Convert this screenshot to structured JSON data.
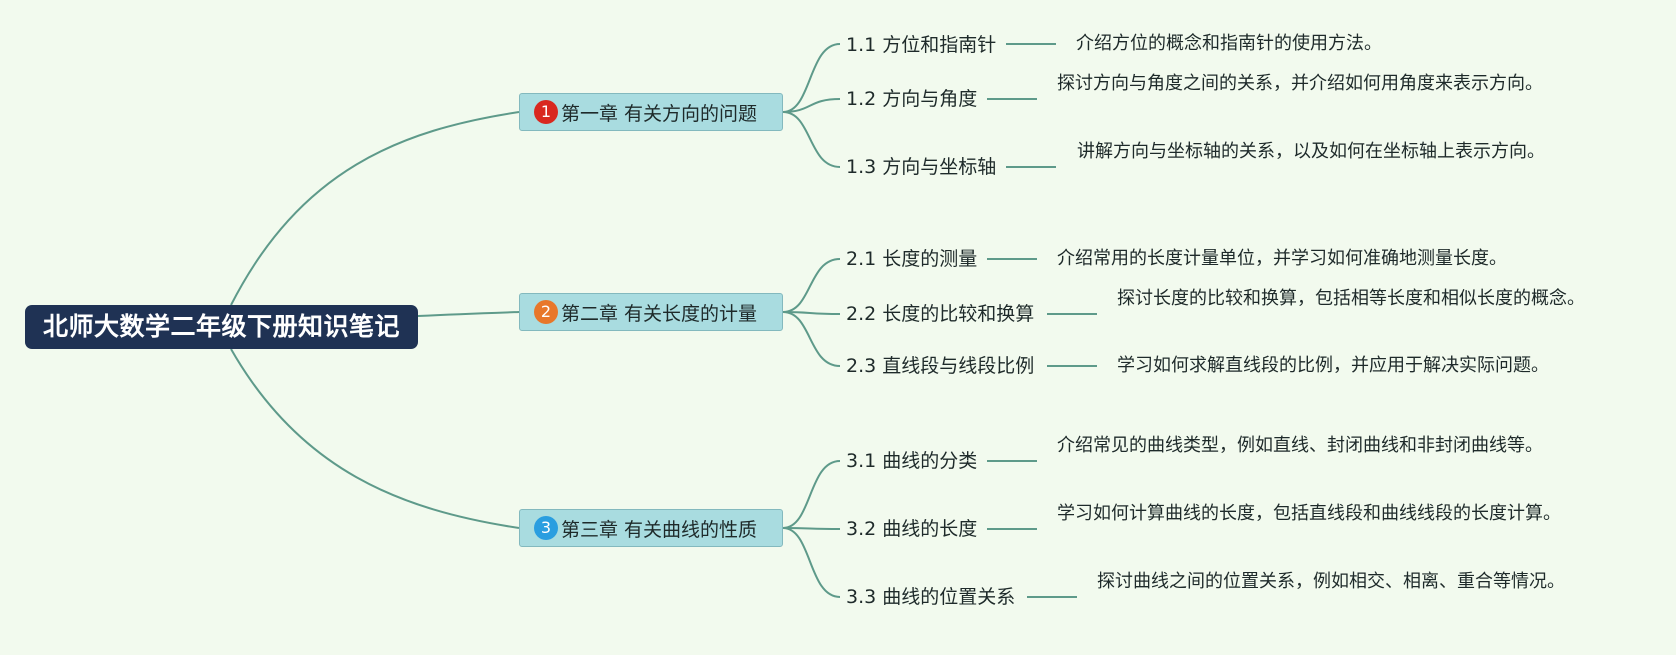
{
  "root": {
    "title": "北师大数学二年级下册知识笔记"
  },
  "colors": {
    "background": "#f2faee",
    "root": "#1f3254",
    "chapter": "#a9dce0",
    "link": "#5e9a8a"
  },
  "chapters": [
    {
      "number": "1",
      "badge_color": "#d9281f",
      "title": "第一章 有关方向的问题",
      "sections": [
        {
          "label": "1.1 方位和指南针",
          "desc": "介绍方位的概念和指南针的使用方法。"
        },
        {
          "label": "1.2 方向与角度",
          "desc": "探讨方向与角度之间的关系，并介绍如何用角度来表示方向。"
        },
        {
          "label": "1.3 方向与坐标轴",
          "desc": "讲解方向与坐标轴的关系，以及如何在坐标轴上表示方向。"
        }
      ]
    },
    {
      "number": "2",
      "badge_color": "#e8772a",
      "title": "第二章 有关长度的计量",
      "sections": [
        {
          "label": "2.1 长度的测量",
          "desc": "介绍常用的长度计量单位，并学习如何准确地测量长度。"
        },
        {
          "label": "2.2 长度的比较和换算",
          "desc": "探讨长度的比较和换算，包括相等长度和相似长度的概念。"
        },
        {
          "label": "2.3 直线段与线段比例",
          "desc": "学习如何求解直线段的比例，并应用于解决实际问题。"
        }
      ]
    },
    {
      "number": "3",
      "badge_color": "#2a9ee0",
      "title": "第三章 有关曲线的性质",
      "sections": [
        {
          "label": "3.1 曲线的分类",
          "desc": "介绍常见的曲线类型，例如直线、封闭曲线和非封闭曲线等。"
        },
        {
          "label": "3.2 曲线的长度",
          "desc": "学习如何计算曲线的长度，包括直线段和曲线线段的长度计算。"
        },
        {
          "label": "3.3 曲线的位置关系",
          "desc": "探讨曲线之间的位置关系，例如相交、相离、重合等情况。"
        }
      ]
    }
  ]
}
